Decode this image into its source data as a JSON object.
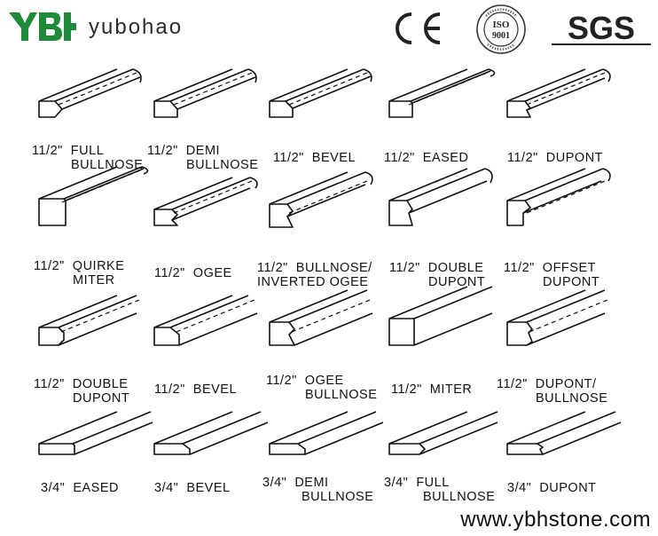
{
  "brand": {
    "logo_text": "YBH",
    "name": "yubohao"
  },
  "certifications": {
    "ce": "CE",
    "iso_line1": "ISO",
    "iso_line2": "9001",
    "sgs": "SGS"
  },
  "profiles": [
    {
      "size": "11/2\"",
      "line1": "FULL",
      "line2": "BULLNOSE",
      "shape": "full-bullnose"
    },
    {
      "size": "11/2\"",
      "line1": "DEMI",
      "line2": "BULLNOSE",
      "shape": "demi-bullnose"
    },
    {
      "size": "11/2\"",
      "line1": "BEVEL",
      "line2": "",
      "shape": "bevel"
    },
    {
      "size": "11/2\"",
      "line1": "EASED",
      "line2": "",
      "shape": "eased"
    },
    {
      "size": "11/2\"",
      "line1": "DUPONT",
      "line2": "",
      "shape": "dupont"
    },
    {
      "size": "11/2\"",
      "line1": "QUIRKE",
      "line2": "MITER",
      "shape": "quirke-miter"
    },
    {
      "size": "11/2\"",
      "line1": "OGEE",
      "line2": "",
      "shape": "ogee"
    },
    {
      "size": "11/2\"",
      "line1": "BULLNOSE/",
      "line2": "INVERTED OGEE",
      "shape": "bullnose-inverted-ogee"
    },
    {
      "size": "11/2\"",
      "line1": "DOUBLE",
      "line2": "DUPONT",
      "shape": "double-dupont"
    },
    {
      "size": "11/2\"",
      "line1": "OFFSET",
      "line2": "DUPONT",
      "shape": "offset-dupont"
    },
    {
      "size": "11/2\"",
      "line1": "DOUBLE",
      "line2": "DUPONT",
      "shape": "double-dupont-slab"
    },
    {
      "size": "11/2\"",
      "line1": "BEVEL",
      "line2": "",
      "shape": "bevel-slab"
    },
    {
      "size": "11/2\"",
      "line1": "OGEE",
      "line2": "BULLNOSE",
      "shape": "ogee-bullnose"
    },
    {
      "size": "11/2\"",
      "line1": "MITER",
      "line2": "",
      "shape": "miter"
    },
    {
      "size": "11/2\"",
      "line1": "DUPONT/",
      "line2": "BULLNOSE",
      "shape": "dupont-bullnose"
    },
    {
      "size": "3/4\"",
      "line1": "EASED",
      "line2": "",
      "shape": "thin-eased"
    },
    {
      "size": "3/4\"",
      "line1": "BEVEL",
      "line2": "",
      "shape": "thin-bevel"
    },
    {
      "size": "3/4\"",
      "line1": "DEMI",
      "line2": "BULLNOSE",
      "shape": "thin-demi-bullnose"
    },
    {
      "size": "3/4\"",
      "line1": "FULL",
      "line2": "BULLNOSE",
      "shape": "thin-full-bullnose"
    },
    {
      "size": "3/4\"",
      "line1": "DUPONT",
      "line2": "",
      "shape": "thin-dupont"
    }
  ],
  "footer": {
    "url": "www.ybhstone.com"
  }
}
